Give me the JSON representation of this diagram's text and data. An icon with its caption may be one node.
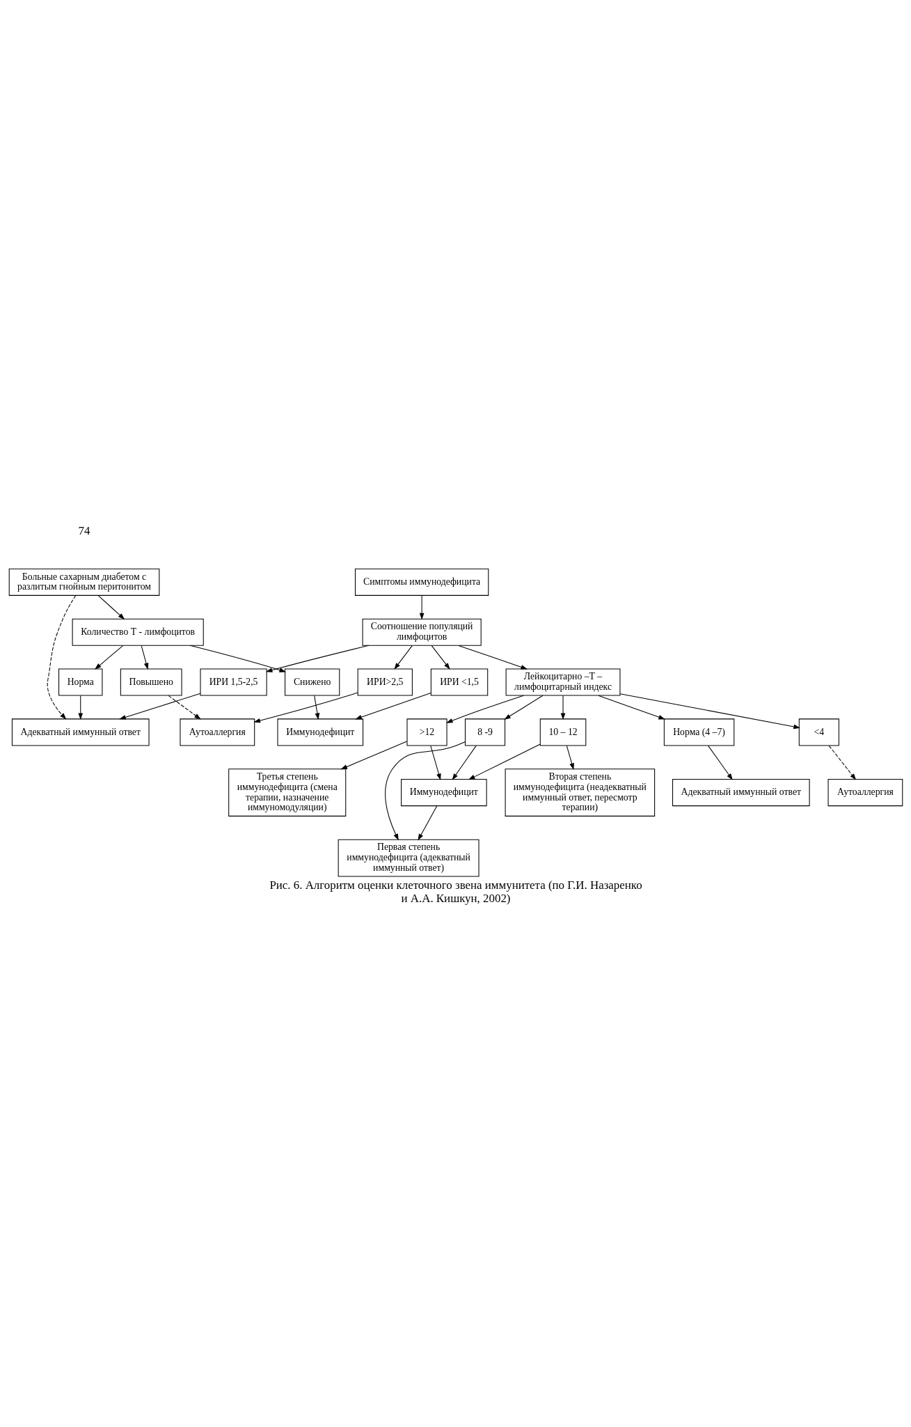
{
  "diagram": {
    "caption": "Рис. 6. Алгоритм оценки клеточного звена иммунитета (по Г.И. Назаренко и А.А. Кишкун, 2002)",
    "nodes": [
      {
        "text": [
          "Больные сахарным диабетом с разлитым гнойным перитонитом"
        ]
      },
      {
        "text": [
          "Симптомы иммунодефицита"
        ]
      },
      {
        "text": [
          "Количество Т - лимфоцитов"
        ]
      },
      {
        "text": [
          "Соотношение популяций лимфоцитов"
        ]
      },
      {
        "text": [
          "Норма"
        ]
      },
      {
        "text": [
          "Адекватный иммунный ответ"
        ]
      },
      {
        "text": [
          "ИРИ 1,5-2,5"
        ]
      },
      {
        "text": [
          "Снижено"
        ]
      },
      {
        "text": [
          "Иммунодефицит"
        ]
      },
      {
        "text": [
          "ИРИ <1,5"
        ]
      },
      {
        "text": [
          "Повышено"
        ]
      },
      {
        "text": [
          "Аутоаллергия"
        ]
      },
      {
        "text": [
          "ИРИ>2,5"
        ]
      },
      {
        "text": [
          "Лейкоцитарно –Т – лимфоцитарный индекс"
        ]
      },
      {
        "text": [
          "Адекватный иммунный ответ"
        ]
      },
      {
        "text": [
          "Норма (4 –7)"
        ]
      },
      {
        "text": [
          "Аутоаллергия"
        ]
      },
      {
        "text": [
          "<4"
        ]
      },
      {
        "text": [
          "Иммунодефицит"
        ]
      },
      {
        "text": [
          "Первая степень иммунодефицита (адекватный иммунный ответ)"
        ]
      },
      {
        "text": [
          "8 -9"
        ]
      },
      {
        "text": [
          "10 – 12"
        ]
      },
      {
        "text": [
          "Вторая степень иммунодефицита (неадекватный иммунный ответ, пересмотр терапии)"
        ]
      },
      {
        "text": [
          ">12"
        ]
      },
      {
        "text": [
          "Третья степень иммунодефицита (смена терапии, назначение иммуномодуляции)"
        ]
      }
    ],
    "edges": [
      {
        "from": 0,
        "to": 2,
        "arrow": "to"
      },
      {
        "from": 0,
        "to": 5,
        "arrow": "to",
        "style": "dashed"
      },
      {
        "from": 1,
        "to": 3,
        "arrow": "to"
      },
      {
        "from": 2,
        "to": 4,
        "arrow": "to"
      },
      {
        "from": 2,
        "to": 7,
        "arrow": "to"
      },
      {
        "from": 2,
        "to": 10,
        "arrow": "to"
      },
      {
        "from": 4,
        "to": 5,
        "arrow": "to"
      },
      {
        "from": 7,
        "to": 8,
        "arrow": "to"
      },
      {
        "from": 10,
        "to": 11,
        "arrow": "to",
        "style": "dashed"
      },
      {
        "from": 3,
        "to": 6,
        "arrow": "to"
      },
      {
        "from": 3,
        "to": 9,
        "arrow": "to"
      },
      {
        "from": 3,
        "to": 12,
        "arrow": "to"
      },
      {
        "from": 3,
        "to": 13,
        "arrow": "to"
      },
      {
        "from": 6,
        "to": 5,
        "arrow": "to"
      },
      {
        "from": 9,
        "to": 8,
        "arrow": "to"
      },
      {
        "from": 12,
        "to": 11,
        "arrow": "to"
      },
      {
        "from": 13,
        "to": 15,
        "arrow": "to"
      },
      {
        "from": 13,
        "to": 17,
        "arrow": "to"
      },
      {
        "from": 13,
        "to": 20,
        "arrow": "to"
      },
      {
        "from": 13,
        "to": 21,
        "arrow": "to"
      },
      {
        "from": 13,
        "to": 23,
        "arrow": "to"
      },
      {
        "from": 15,
        "to": 14,
        "arrow": "to"
      },
      {
        "from": 17,
        "to": 16,
        "arrow": "to",
        "style": "dashed"
      },
      {
        "from": 18,
        "to": 19,
        "arrow": "to"
      },
      {
        "from": 20,
        "to": 18,
        "arrow": "to"
      },
      {
        "from": 20,
        "to": 19,
        "arrow": "to"
      },
      {
        "from": 21,
        "to": 18,
        "arrow": "to"
      },
      {
        "from": 21,
        "to": 22,
        "arrow": "to"
      },
      {
        "from": 23,
        "to": 18,
        "arrow": "to"
      },
      {
        "from": 23,
        "to": 24,
        "arrow": "to"
      }
    ],
    "labels": [
      "74"
    ]
  }
}
